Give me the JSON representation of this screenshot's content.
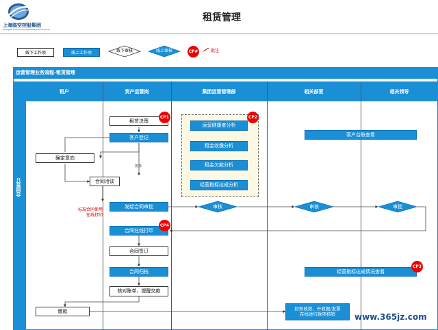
{
  "header": {
    "logo_text": "上海临空控股集团",
    "logo_subtext": "Shanghai Airport Holding Development Group Co.,Ltd",
    "title": "租赁管理"
  },
  "legend": {
    "offline_work": "线下工作项",
    "online_work": "线上工作项",
    "offline_review": "线下审核",
    "online_review": "线上审核",
    "cp": "CP#",
    "remark": "批注"
  },
  "flow": {
    "title": "运营管理业务流程-租赁管理",
    "lanes": [
      "租户",
      "资产运营岗",
      "集团运营管理部",
      "相关部室",
      "相关领导"
    ],
    "phase": "合同签订",
    "boxes": {
      "lease_decision": "租赁决策",
      "customer_register": "客户登记",
      "intent": "确定意向",
      "negotiation": "合同洽谈",
      "initiate_approval": "发起合同审批",
      "online_print": "合同在线打印",
      "signing": "合同签订",
      "archive": "合同归档",
      "check_remind": "核对账单，提醒交款",
      "payment": "缴款",
      "health_analysis": "运营健康度分析",
      "collection_analysis": "租金收缴分析",
      "arrears_analysis": "租金欠款分析",
      "indicator_analysis": "经营指标达成分析",
      "ledger_view": "客户台账查看",
      "indicator_view": "经营指标达成情况查看",
      "finance": "财务收款、开收据/发票\n在线进行款项核销"
    },
    "diamonds": {
      "review1": "审核",
      "review2": "审核",
      "approve": "审批"
    },
    "cps": {
      "cp1": "CP1",
      "cp2": "CP2",
      "cp3": "CP3",
      "cp4": "CP4"
    },
    "labels": {
      "assist": "协办",
      "red_note": "标准合同使用\n在线打印"
    }
  },
  "watermark": "www.365jz.com",
  "colors": {
    "accent": "#1a8fd6",
    "cp_red": "#e00000"
  }
}
